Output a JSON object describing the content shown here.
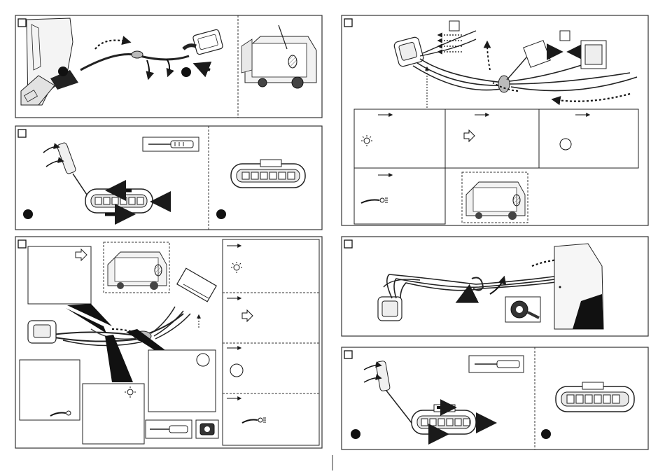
{
  "diagram": {
    "steps": [
      {
        "id": "step-1",
        "number": ""
      },
      {
        "id": "step-2",
        "number": ""
      },
      {
        "id": "step-3",
        "number": ""
      },
      {
        "id": "step-4",
        "number": ""
      },
      {
        "id": "step-5",
        "number": ""
      },
      {
        "id": "step-6",
        "number": ""
      }
    ],
    "callouts": {
      "step_1_a": "",
      "step_1_b": "",
      "step_2_a": "",
      "step_2_b": "",
      "step_4_a": "",
      "step_4_b": "",
      "step_6_a": "",
      "step_6_b": ""
    },
    "wire_legend": [
      {
        "id": "legend-light",
        "symbol": "sun-icon",
        "text": ""
      },
      {
        "id": "legend-indicator",
        "symbol": "arrow-outline-icon",
        "text": ""
      },
      {
        "id": "legend-circle",
        "symbol": "circle-icon",
        "text": ""
      },
      {
        "id": "legend-foglight",
        "symbol": "fog-light-icon",
        "text": ""
      }
    ],
    "colors": {
      "line": "#1a1a1a",
      "panel_border": "#333333",
      "fill_dark": "#222222",
      "fill_grey": "#9a9a9a",
      "fill_light": "#e6e6e6",
      "background": "#ffffff"
    },
    "tools": [
      "screwdriver-icon",
      "insulating-tape-icon"
    ]
  }
}
